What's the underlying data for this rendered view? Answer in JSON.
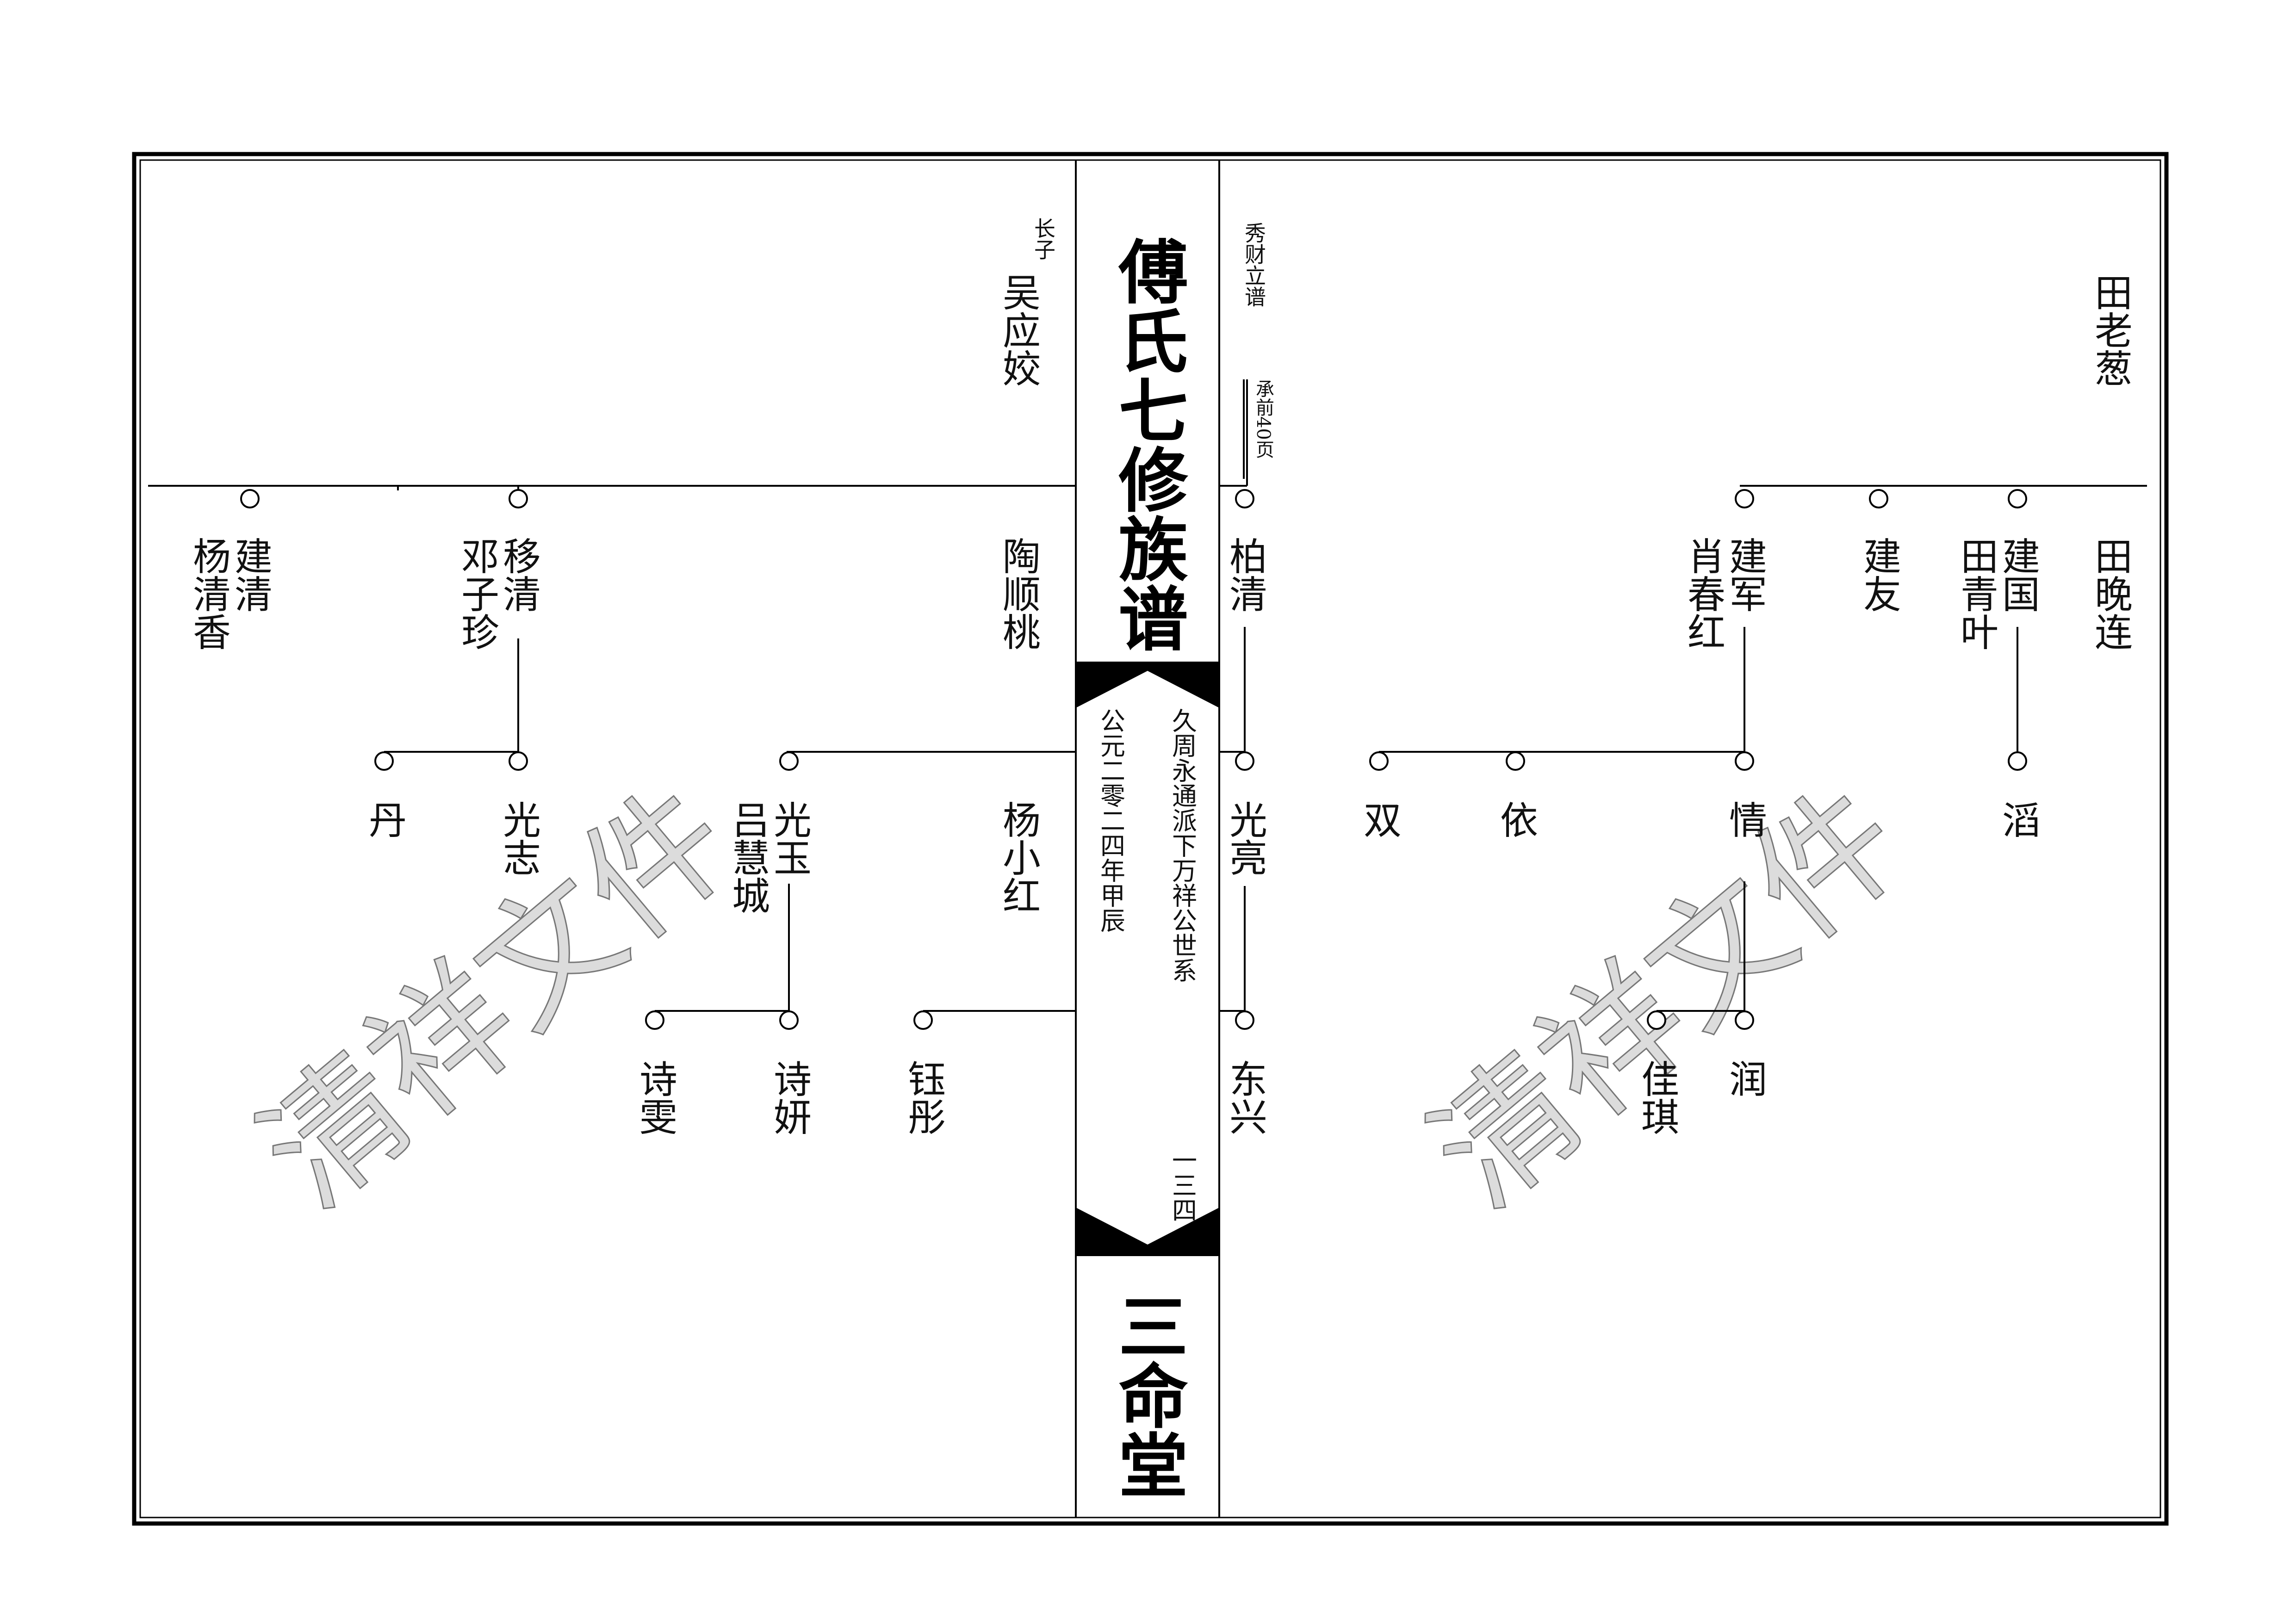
{
  "spine": {
    "title": "傅氏七修族谱",
    "hall": "三命堂",
    "lineage": "久周永通派下万祥公世系",
    "date": "公元二零二四年甲辰",
    "page_no": "一三四",
    "creator": "秀财立谱",
    "continued_note": "承前40页"
  },
  "watermark": "清祥文件",
  "people": {
    "wu_yingjiao": {
      "label": "长子",
      "name": "吴应姣"
    },
    "tao_shuntao": "陶顺桃",
    "jianqing": "建清",
    "yang_qingxiang": "杨清香",
    "yiqing": "移清",
    "deng_zizhen": "邓子珍",
    "dan": "丹",
    "guangzhi": "光志",
    "guangyu": "光玉",
    "lv_huicheng": "吕慧城",
    "yang_xiaohong": "杨小红",
    "shiwen": "诗雯",
    "shiyan": "诗妍",
    "yutong": "钰彤",
    "boqing": "柏清",
    "guangliang": "光亮",
    "dongxing": "东兴",
    "tian_laocong": "田老葱",
    "tian_wanlian": "田晚连",
    "jianguo": "建国",
    "tian_qingye": "田青叶",
    "jianyou": "建友",
    "jianjun": "建军",
    "xiao_chunhong": "肖春红",
    "tao": "滔",
    "qing": "情",
    "shuang": "双",
    "yi": "依",
    "run": "润",
    "jiaqi": "佳琪"
  }
}
